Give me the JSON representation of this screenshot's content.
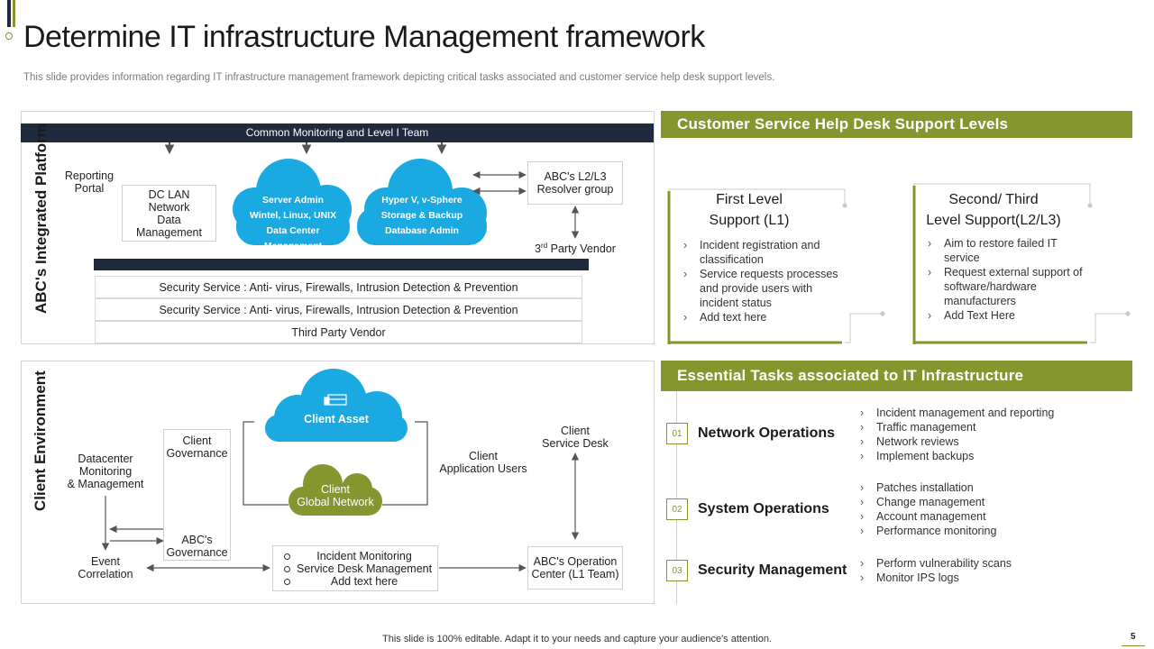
{
  "header": {
    "title": "Determine IT infrastructure Management framework",
    "subtitle": "This slide provides information regarding IT infrastructure management framework depicting critical tasks associated and customer service help desk support levels."
  },
  "platform": {
    "vertical_label": "ABC's Integrated Platform",
    "top_bar": "Common Monitoring  and Level I Team",
    "reporting_portal": "Reporting\nPortal",
    "dc_lan": "DC LAN\nNetwork\nData\nManagement",
    "cloud1": [
      "Server Admin",
      "Wintel, Linux, UNIX",
      "Data Center Management"
    ],
    "cloud2": [
      "Hyper V, v-Sphere",
      "Storage & Backup",
      "Database Admin"
    ],
    "resolver": "ABC's L2/L3\nResolver group",
    "third_party_prefix": "3",
    "third_party_sup": "rd",
    "third_party_suffix": " Party Vendor",
    "security_rows": [
      "Security Service : Anti- virus, Firewalls, Intrusion Detection & Prevention",
      "Security Service : Anti- virus, Firewalls, Intrusion Detection & Prevention",
      "Third Party Vendor"
    ]
  },
  "client": {
    "vertical_label": "Client  Environment",
    "datacenter": "Datacenter\nMonitoring\n& Management",
    "governance": "Client\nGovernance",
    "abc_governance": "ABC's\nGovernance",
    "event_correlation": "Event\nCorrelation",
    "client_asset": "Client Asset",
    "client_global_network": "Client\nGlobal Network",
    "client_app_users": "Client\nApplication Users",
    "client_service_desk": "Client\nService Desk",
    "monitoring_items": [
      "Incident Monitoring",
      "Service Desk Management",
      "Add text here"
    ],
    "operation_center": "ABC's Operation\nCenter (L1 Team)"
  },
  "support": {
    "heading": "Customer  Service  Help  Desk  Support  Levels",
    "first": {
      "title": "First  Level\nSupport  (L1)",
      "items": [
        "Incident registration and classification",
        "Service requests processes and provide users with incident status",
        "Add text here"
      ]
    },
    "second": {
      "title": "Second/ Third\nLevel Support(L2/L3)",
      "items": [
        "Aim to restore failed IT service",
        "Request external support of software/hardware manufacturers",
        "Add Text Here"
      ]
    }
  },
  "tasks": {
    "heading": "Essential  Tasks  associated  to  IT Infrastructure",
    "items": [
      {
        "num": "01",
        "title": "Network Operations",
        "bullets": [
          "Incident management  and reporting",
          "Traffic  management",
          "Network reviews",
          "Implement  backups"
        ]
      },
      {
        "num": "02",
        "title": "System Operations",
        "bullets": [
          "Patches installation",
          "Change  management",
          "Account management",
          "Performance  monitoring"
        ]
      },
      {
        "num": "03",
        "title": "Security Management",
        "bullets": [
          "Perform  vulnerability  scans",
          "Monitor IPS logs"
        ]
      }
    ]
  },
  "footer": {
    "note": "This slide is 100% editable.  Adapt it to your needs and capture your audience's attention.",
    "page": "5"
  },
  "colors": {
    "accent_green": "#85962f",
    "navy": "#1f2a3c",
    "cloud_blue": "#1ba9e1",
    "cloud_green": "#85962f"
  }
}
